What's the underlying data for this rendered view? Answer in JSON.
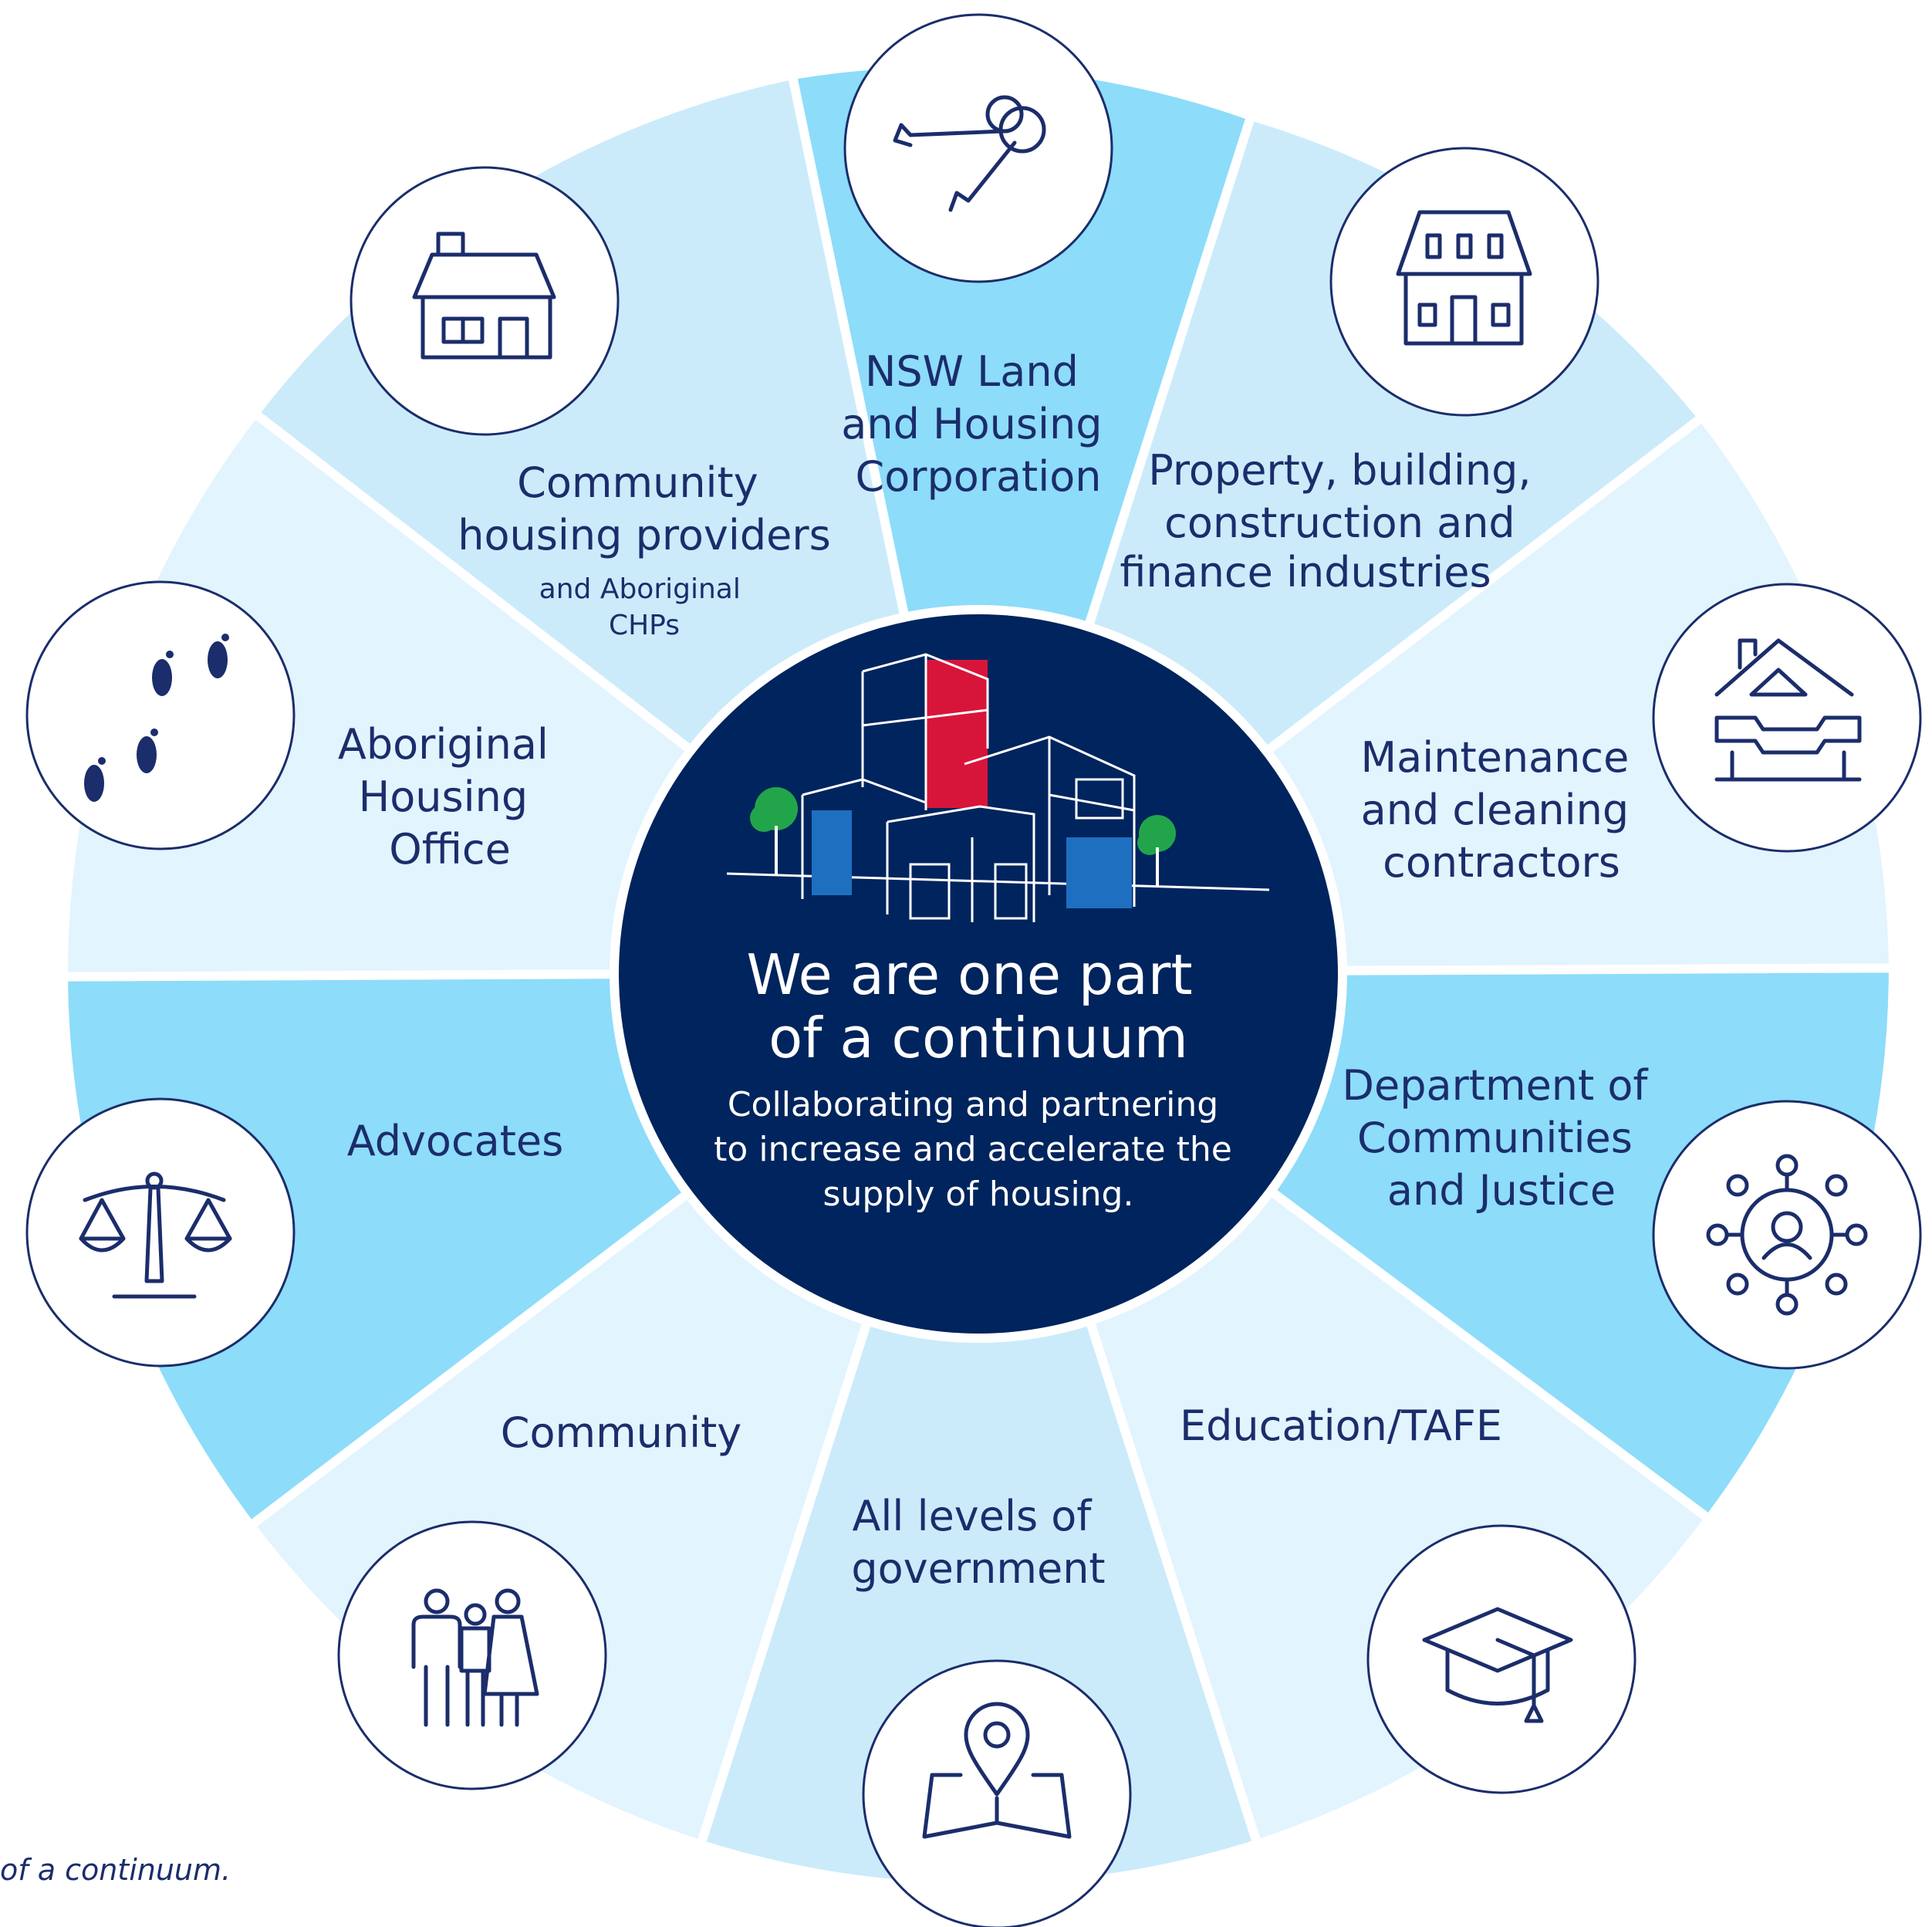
{
  "center": {
    "title_line1": "We are one part",
    "title_line2": "of a continuum",
    "subtitle_line1": "Collaborating and partnering",
    "subtitle_line2": "to increase and accelerate the",
    "subtitle_line3": "supply of housing."
  },
  "segments": [
    {
      "lines": [
        "NSW Land",
        "and Housing",
        "Corporation"
      ],
      "icon": "keys-icon"
    },
    {
      "lines": [
        "Property, building,",
        "construction and",
        "finance industries"
      ],
      "icon": "multi-storey-house-icon"
    },
    {
      "lines": [
        "Maintenance",
        "and cleaning",
        "contractors"
      ],
      "icon": "house-wrench-icon"
    },
    {
      "lines": [
        "Department of",
        "Communities",
        "and Justice"
      ],
      "icon": "network-person-icon"
    },
    {
      "lines": [
        "Education/TAFE"
      ],
      "icon": "graduation-cap-icon"
    },
    {
      "lines": [
        "All levels of",
        "government"
      ],
      "icon": "map-pin-icon"
    },
    {
      "lines": [
        "Community"
      ],
      "icon": "family-icon"
    },
    {
      "lines": [
        "Advocates"
      ],
      "icon": "scales-icon"
    },
    {
      "lines": [
        "Aboriginal",
        "Housing",
        "Office"
      ],
      "icon": "footprints-icon"
    },
    {
      "lines": [
        "Community",
        "housing providers"
      ],
      "sub": [
        "and Aboriginal",
        "CHPs"
      ],
      "icon": "house-icon"
    }
  ],
  "caption": "of a continuum.",
  "colors": {
    "navy": "#00245d",
    "text": "#1b2d6b",
    "mid_blue": "#8ddcfa",
    "light_blue": "#cbebfb",
    "pale_blue": "#e2f4fd",
    "red": "#d7153a",
    "green": "#22a54a"
  }
}
